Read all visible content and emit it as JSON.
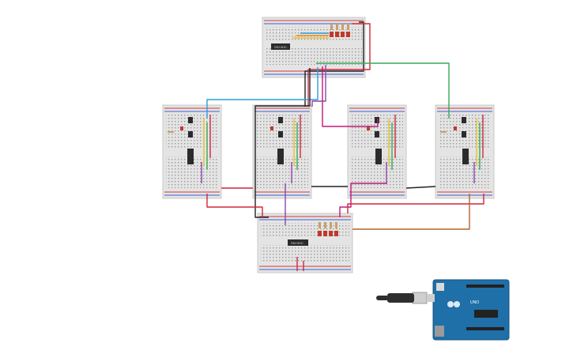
{
  "canvas": {
    "background": "#ffffff"
  },
  "breadboards": [
    {
      "id": "top",
      "chip": true,
      "chip_label": "SN74HC..",
      "leds": 4,
      "resistors": 4
    },
    {
      "id": "mid-1",
      "chip": true,
      "chip_label": "",
      "leds": 1,
      "resistors": 1
    },
    {
      "id": "mid-2",
      "chip": true,
      "chip_label": "",
      "leds": 1,
      "resistors": 1
    },
    {
      "id": "mid-3",
      "chip": true,
      "chip_label": "",
      "leds": 1,
      "resistors": 1
    },
    {
      "id": "mid-4",
      "chip": true,
      "chip_label": "",
      "leds": 1,
      "resistors": 1
    },
    {
      "id": "bottom",
      "chip": true,
      "chip_label": "SN74HC..",
      "leds": 4,
      "resistors": 4
    }
  ],
  "arduino": {
    "brand": "ARDUINO",
    "model": "UNO",
    "color": "#1f6fa8"
  },
  "wire_colors": {
    "red": "#d0263a",
    "black": "#222222",
    "blue": "#2a9fd6",
    "green": "#3aa856",
    "purple": "#8e44ad",
    "magenta": "#c2187a",
    "brown": "#b0642a",
    "yellow": "#e8c22a",
    "orange": "#e8832a"
  }
}
